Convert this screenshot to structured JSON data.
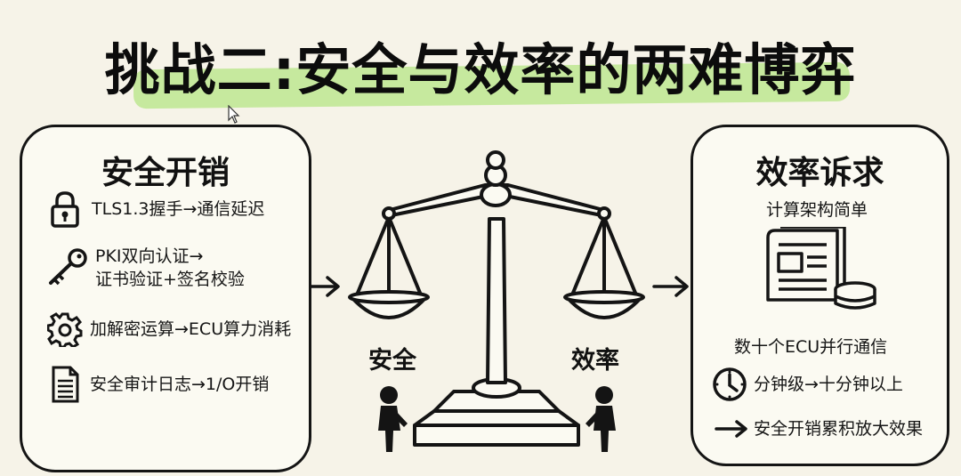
{
  "title": "挑战二:安全与效率的两难博弈",
  "left_panel": {
    "title": "安全开销",
    "items": [
      {
        "icon": "lock-icon",
        "text": "TLS1.3握手→通信延迟"
      },
      {
        "icon": "key-icon",
        "line1": "PKI双向认证→",
        "line2": "证书验证+签名校验"
      },
      {
        "icon": "gear-icon",
        "text": "加解密运算→ECU算力消耗"
      },
      {
        "icon": "document-icon",
        "text": "安全审计日志→1/O开销"
      }
    ]
  },
  "scale": {
    "left_label": "安全",
    "right_label": "效率"
  },
  "right_panel": {
    "title": "效率诉求",
    "items": [
      {
        "text": "计算架构简单"
      },
      {
        "icon": "newspaper-database-icon",
        "text": "数十个ECU并行通信"
      },
      {
        "icon": "clock-icon",
        "text": "分钟级→十分钟以上"
      },
      {
        "icon": "arrow-right-icon",
        "text": "安全开销累积放大效果"
      }
    ]
  },
  "colors": {
    "highlight": "#c3e89a",
    "background": "#f6f3e8",
    "ink": "#141414"
  }
}
